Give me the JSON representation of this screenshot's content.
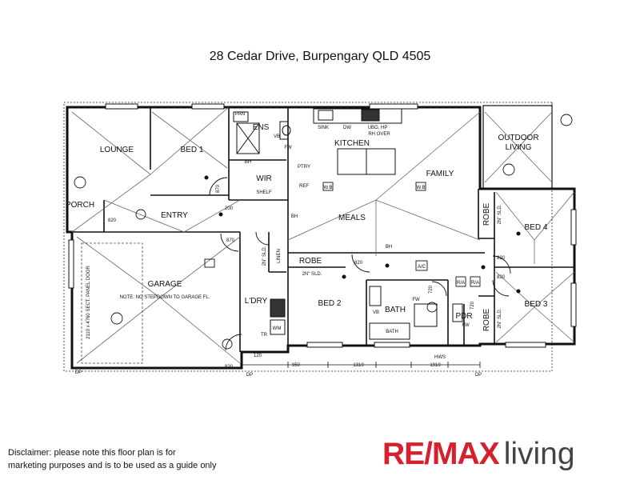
{
  "address": "28 Cedar Drive, Burpengary QLD 4505",
  "rooms": {
    "lounge": "LOUNGE",
    "bed1": "BED 1",
    "ens": "ENS",
    "wir": "WIR",
    "kitchen": "KITCHEN",
    "family": "FAMILY",
    "outdoor_line1": "OUTDOOR",
    "outdoor_line2": "LIVING",
    "porch": "PORCH",
    "entry": "ENTRY",
    "meals": "MEALS",
    "bed4": "BED 4",
    "garage": "GARAGE",
    "ldry": "L'DRY",
    "bed2": "BED 2",
    "bath": "BATH",
    "pdr": "PDR",
    "bed3": "BED 3",
    "robe": "ROBE"
  },
  "labels": {
    "note": "NOTE: NO STEPDOWN TO GARAGE FL.",
    "door_note": "2110 x 4760 SECT. PANEL DOOR",
    "shelf": "SHELF",
    "linen": "LINEN",
    "robe_sld": "2N\" SLD.",
    "sink": "SINK",
    "dw": "DW",
    "ubo": "UBO, HP",
    "rh_over": "RH OVER",
    "ref": "REF",
    "ptry": "PTRY",
    "wb": "W.B",
    "ac": "A/C",
    "ra": "R/A",
    "bh": "BH",
    "vb": "VB",
    "fw": "FW",
    "hws": "HWS",
    "tr": "TR",
    "wm": "WM",
    "dp": "DP",
    "pan": "PAN"
  },
  "dimensions": {
    "d870a": "870",
    "d820a": "820",
    "d200": "200",
    "d870b": "870",
    "d820b": "820",
    "d720a": "720",
    "d820c": "820",
    "d820d": "820",
    "d720b": "720",
    "d820e": "820",
    "d120": "120",
    "d950": "950",
    "d1310": "1310",
    "d1910": "1910"
  },
  "disclaimer_line1": "Disclaimer: please note this floor plan is for",
  "disclaimer_line2": "marketing purposes and is to be used as a guide only",
  "logo": {
    "remax": "RE/MAX",
    "living": "living",
    "brand_red": "#d6202e",
    "brand_grey": "#444444"
  }
}
